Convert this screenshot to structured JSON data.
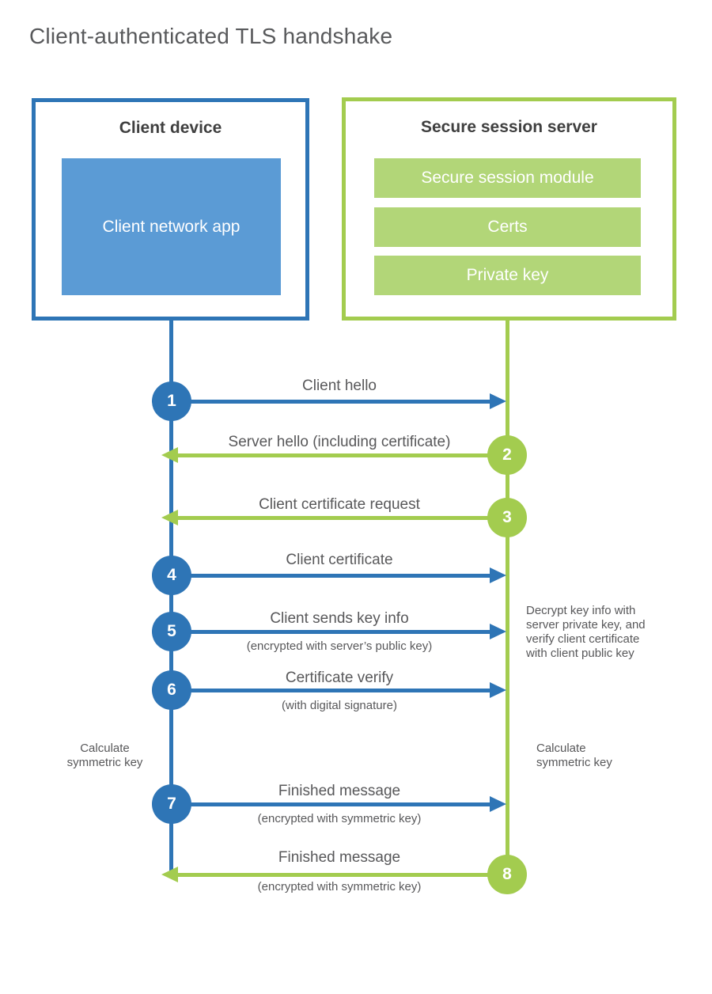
{
  "title": "Client-authenticated TLS handshake",
  "colors": {
    "blue_accent": "#2E75B6",
    "blue_fill": "#5B9BD5",
    "green_accent": "#A3CC4F",
    "green_fill": "#B2D678",
    "heading_text": "#3F3F3F",
    "label_text": "#58585A"
  },
  "client": {
    "title": "Client device",
    "module": "Client network app"
  },
  "server": {
    "title": "Secure session server",
    "modules": [
      "Secure session module",
      "Certs",
      "Private key"
    ]
  },
  "steps": [
    {
      "number": "1",
      "label": "Client hello",
      "sublabel": "",
      "direction": "client-to-server"
    },
    {
      "number": "2",
      "label": "Server hello (including certificate)",
      "sublabel": "",
      "direction": "server-to-client"
    },
    {
      "number": "3",
      "label": "Client certificate request",
      "sublabel": "",
      "direction": "server-to-client"
    },
    {
      "number": "4",
      "label": "Client certificate",
      "sublabel": "",
      "direction": "client-to-server"
    },
    {
      "number": "5",
      "label": "Client sends key info",
      "sublabel": "(encrypted with server’s public key)",
      "direction": "client-to-server"
    },
    {
      "number": "6",
      "label": "Certificate verify",
      "sublabel": "(with digital signature)",
      "direction": "client-to-server"
    },
    {
      "number": "7",
      "label": "Finished message",
      "sublabel": "(encrypted with symmetric key)",
      "direction": "client-to-server"
    },
    {
      "number": "8",
      "label": "Finished message",
      "sublabel": "(encrypted with symmetric key)",
      "direction": "server-to-client"
    }
  ],
  "notes": {
    "decrypt": "Decrypt key info with server private key, and verify client certificate with client public key",
    "calculate_left": "Calculate symmetric key",
    "calculate_right": "Calculate symmetric key"
  }
}
